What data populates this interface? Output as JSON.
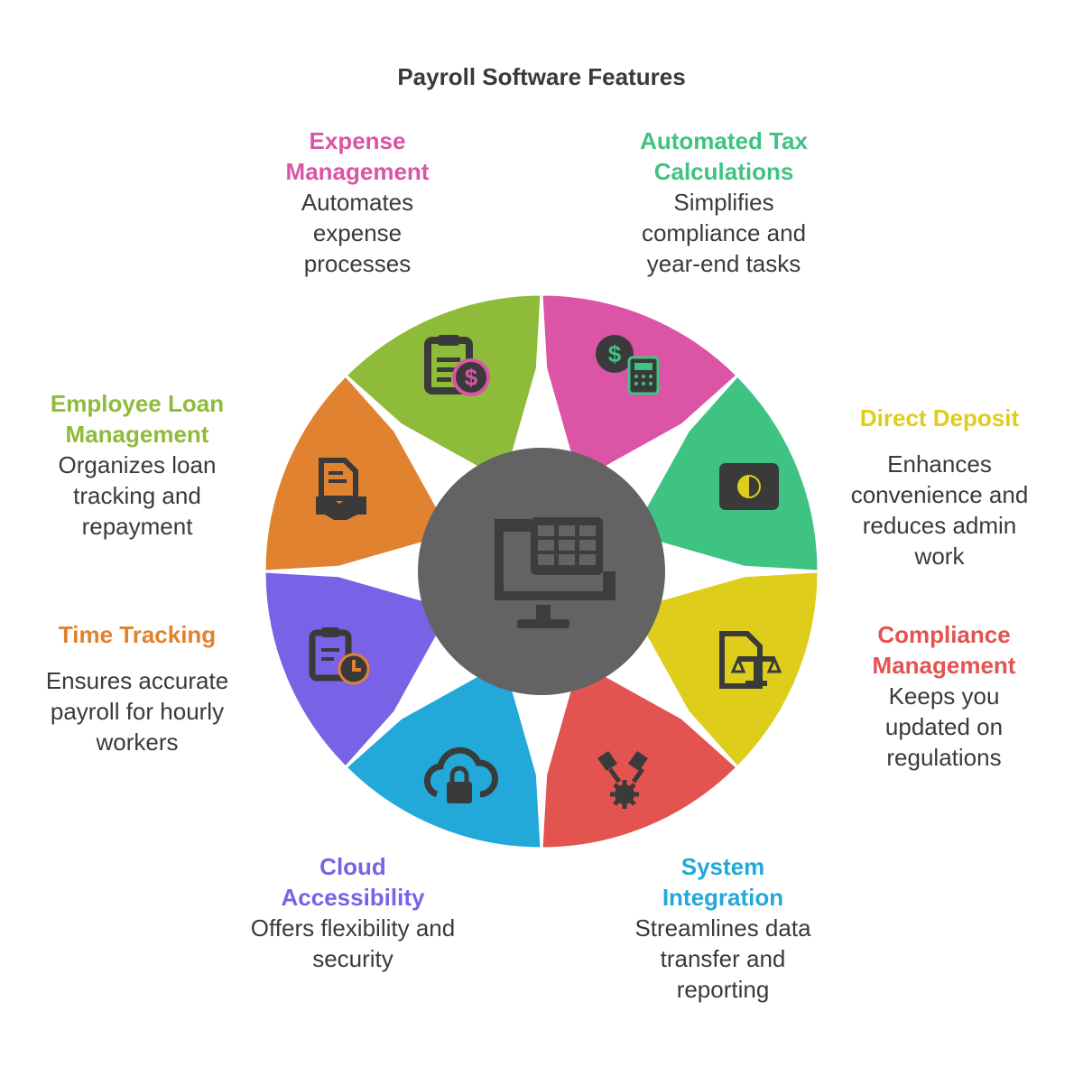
{
  "title": "Payroll Software Features",
  "features": [
    {
      "key": "expense",
      "title": "Expense Management",
      "description": "Automates expense processes",
      "color": "#db54a6",
      "icon": "clipboard-dollar-icon"
    },
    {
      "key": "tax",
      "title": "Automated Tax Calculations",
      "description": "Simplifies compliance and year-end tasks",
      "color": "#3ec383",
      "icon": "dollar-calculator-icon"
    },
    {
      "key": "deposit",
      "title": "Direct Deposit",
      "description": "Enhances convenience and reduces admin work",
      "color": "#dfcd1c",
      "icon": "banknote-icon"
    },
    {
      "key": "compliance",
      "title": "Compliance Management",
      "description": "Keeps you updated on regulations",
      "color": "#e35350",
      "icon": "document-scale-icon"
    },
    {
      "key": "integration",
      "title": "System Integration",
      "description": "Streamlines data transfer and reporting",
      "color": "#22a9d9",
      "icon": "connectors-gear-icon"
    },
    {
      "key": "cloud",
      "title": "Cloud Accessibility",
      "description": "Offers flexibility and security",
      "color": "#7a62e6",
      "icon": "cloud-lock-icon"
    },
    {
      "key": "time",
      "title": "Time Tracking",
      "description": "Ensures accurate payroll for hourly workers",
      "color": "#e0822f",
      "icon": "clipboard-clock-icon"
    },
    {
      "key": "loan",
      "title": "Employee Loan Management",
      "description": "Organizes loan tracking and repayment",
      "color": "#8fbb3a",
      "icon": "document-handshake-icon"
    }
  ],
  "center": {
    "icon": "monitor-spreadsheet-icon",
    "color": "#636363"
  }
}
